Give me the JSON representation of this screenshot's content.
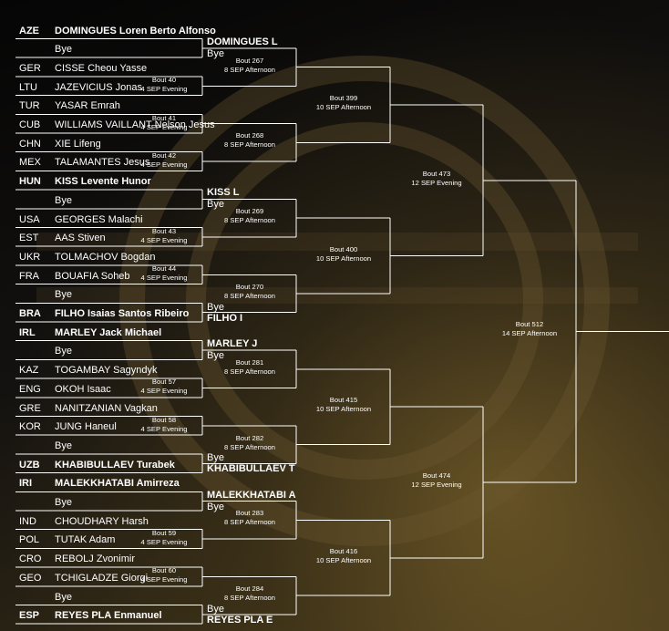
{
  "entries": [
    {
      "code": "AZE",
      "name": "DOMINGUES Loren Berto Alfonso",
      "seeded": true
    },
    {
      "bye": "Bye"
    },
    {
      "code": "GER",
      "name": "CISSE Cheou Yasse"
    },
    {
      "code": "LTU",
      "name": "JAZEVICIUS Jonas"
    },
    {
      "code": "TUR",
      "name": "YASAR Emrah"
    },
    {
      "code": "CUB",
      "name": "WILLIAMS VAILLANT Nelson Jesus"
    },
    {
      "code": "CHN",
      "name": "XIE Lifeng"
    },
    {
      "code": "MEX",
      "name": "TALAMANTES Jesus"
    },
    {
      "code": "HUN",
      "name": "KISS Levente Hunor",
      "seeded": true
    },
    {
      "bye": "Bye"
    },
    {
      "code": "USA",
      "name": "GEORGES Malachi"
    },
    {
      "code": "EST",
      "name": "AAS Stiven"
    },
    {
      "code": "UKR",
      "name": "TOLMACHOV Bogdan"
    },
    {
      "code": "FRA",
      "name": "BOUAFIA Soheb"
    },
    {
      "bye": "Bye"
    },
    {
      "code": "BRA",
      "name": "FILHO Isaias Santos Ribeiro",
      "seeded": true
    },
    {
      "code": "IRL",
      "name": "MARLEY Jack Michael",
      "seeded": true
    },
    {
      "bye": "Bye"
    },
    {
      "code": "KAZ",
      "name": "TOGAMBAY Sagyndyk"
    },
    {
      "code": "ENG",
      "name": "OKOH Isaac"
    },
    {
      "code": "GRE",
      "name": "NANITZANIAN Vagkan"
    },
    {
      "code": "KOR",
      "name": "JUNG Haneul"
    },
    {
      "bye": "Bye"
    },
    {
      "code": "UZB",
      "name": "KHABIBULLAEV Turabek",
      "seeded": true
    },
    {
      "code": "IRI",
      "name": "MALEKKHATABI Amirreza",
      "seeded": true
    },
    {
      "bye": "Bye"
    },
    {
      "code": "IND",
      "name": "CHOUDHARY Harsh"
    },
    {
      "code": "POL",
      "name": "TUTAK Adam"
    },
    {
      "code": "CRO",
      "name": "REBOLJ Zvonimir"
    },
    {
      "code": "GEO",
      "name": "TCHIGLADZE Giorgi"
    },
    {
      "bye": "Bye"
    },
    {
      "code": "ESP",
      "name": "REYES PLA Enmanuel",
      "seeded": true
    }
  ],
  "r1_bouts": [
    {
      "bout": "Bout  40",
      "date": "4 SEP Evening"
    },
    {
      "bout": "Bout  41",
      "date": "4 SEP Evening"
    },
    {
      "bout": "Bout  42",
      "date": "4 SEP Evening"
    },
    {
      "bout": "Bout  43",
      "date": "4 SEP Evening"
    },
    {
      "bout": "Bout  44",
      "date": "4 SEP Evening"
    },
    {
      "bout": "Bout  57",
      "date": "4 SEP Evening"
    },
    {
      "bout": "Bout  58",
      "date": "4 SEP Evening"
    },
    {
      "bout": "Bout  59",
      "date": "4 SEP Evening"
    },
    {
      "bout": "Bout  60",
      "date": "4 SEP Evening"
    }
  ],
  "r2_slots": [
    {
      "winner": "DOMINGUES L",
      "bye": "Bye"
    },
    {},
    {},
    {},
    {
      "winner": "KISS L",
      "bye": "Bye"
    },
    {},
    {},
    {
      "winner": "FILHO I",
      "bye": "Bye"
    },
    {
      "winner": "MARLEY J",
      "bye": "Bye"
    },
    {},
    {},
    {
      "winner": "KHABIBULLAEV T",
      "bye": "Bye"
    },
    {
      "winner": "MALEKKHATABI A",
      "bye": "Bye"
    },
    {},
    {},
    {
      "winner": "REYES PLA E",
      "bye": "Bye"
    }
  ],
  "r2_bouts": [
    {
      "bout": "Bout  267",
      "date": "8 SEP Afternoon"
    },
    {
      "bout": "Bout  268",
      "date": "8 SEP Afternoon"
    },
    {
      "bout": "Bout  269",
      "date": "8 SEP Afternoon"
    },
    {
      "bout": "Bout  270",
      "date": "8 SEP Afternoon"
    },
    {
      "bout": "Bout  281",
      "date": "8 SEP Afternoon"
    },
    {
      "bout": "Bout  282",
      "date": "8 SEP Afternoon"
    },
    {
      "bout": "Bout  283",
      "date": "8 SEP Afternoon"
    },
    {
      "bout": "Bout  284",
      "date": "8 SEP Afternoon"
    }
  ],
  "r3_bouts": [
    {
      "bout": "Bout  399",
      "date": "10 SEP Afternoon"
    },
    {
      "bout": "Bout  400",
      "date": "10 SEP Afternoon"
    },
    {
      "bout": "Bout  415",
      "date": "10 SEP Afternoon"
    },
    {
      "bout": "Bout  416",
      "date": "10 SEP Afternoon"
    }
  ],
  "r4_bouts": [
    {
      "bout": "Bout  473",
      "date": "12 SEP Evening"
    },
    {
      "bout": "Bout  474",
      "date": "12 SEP Evening"
    }
  ],
  "final_bout": {
    "bout": "Bout  512",
    "date": "14 SEP Afternoon"
  },
  "colors": {
    "line": "#ffffff",
    "bg_dark": "#0a0908",
    "bg_gold": "#4a3c1e"
  }
}
